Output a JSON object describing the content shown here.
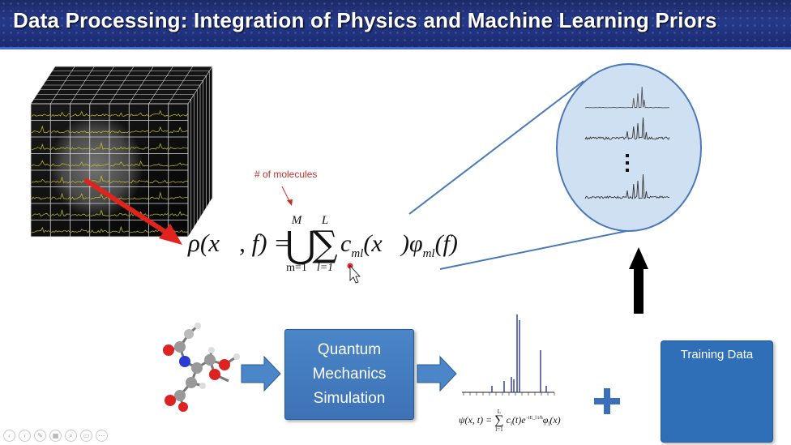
{
  "slide": {
    "title": "Data Processing:  Integration of Physics and Machine Learning Priors"
  },
  "annotation": {
    "molecules_label": "# of molecules"
  },
  "equation": {
    "lhs": "ρ(x⃗, f) =",
    "union_top": "M",
    "union_bottom": "m=1",
    "sum_top": "L",
    "sum_bottom": "l=1",
    "rhs": "c",
    "rhs_sub1": "ml",
    "rhs_mid": "(x⃗)φ",
    "rhs_sub2": "ml",
    "rhs_end": "(f)"
  },
  "simulation_box": {
    "line1": "Quantum",
    "line2": "Mechanics",
    "line3": "Simulation"
  },
  "wavefunction": {
    "lhs": "ψ(x, t) =",
    "sum_top": "L",
    "sum_bottom": "l=1",
    "rhs": "c",
    "rhs_sub": "l",
    "rhs_mid": "(t)e",
    "exponent": "−iE_l t/ħ",
    "rhs_end": "φ",
    "rhs_end_sub": "l",
    "rhs_tail": "(x)"
  },
  "plus_sign": "+",
  "training": {
    "title": "Training Data"
  },
  "toolbar_icons": [
    "prev-icon",
    "next-icon",
    "pen-icon",
    "slides-icon",
    "zoom-icon",
    "menu-icon",
    "options-icon"
  ],
  "colors": {
    "title_bg": "#25398a",
    "arrow_red": "#e0231c",
    "box_blue": "#3d72b6",
    "circle_fill": "#cfe0f3",
    "circle_stroke": "#4a78b8"
  }
}
